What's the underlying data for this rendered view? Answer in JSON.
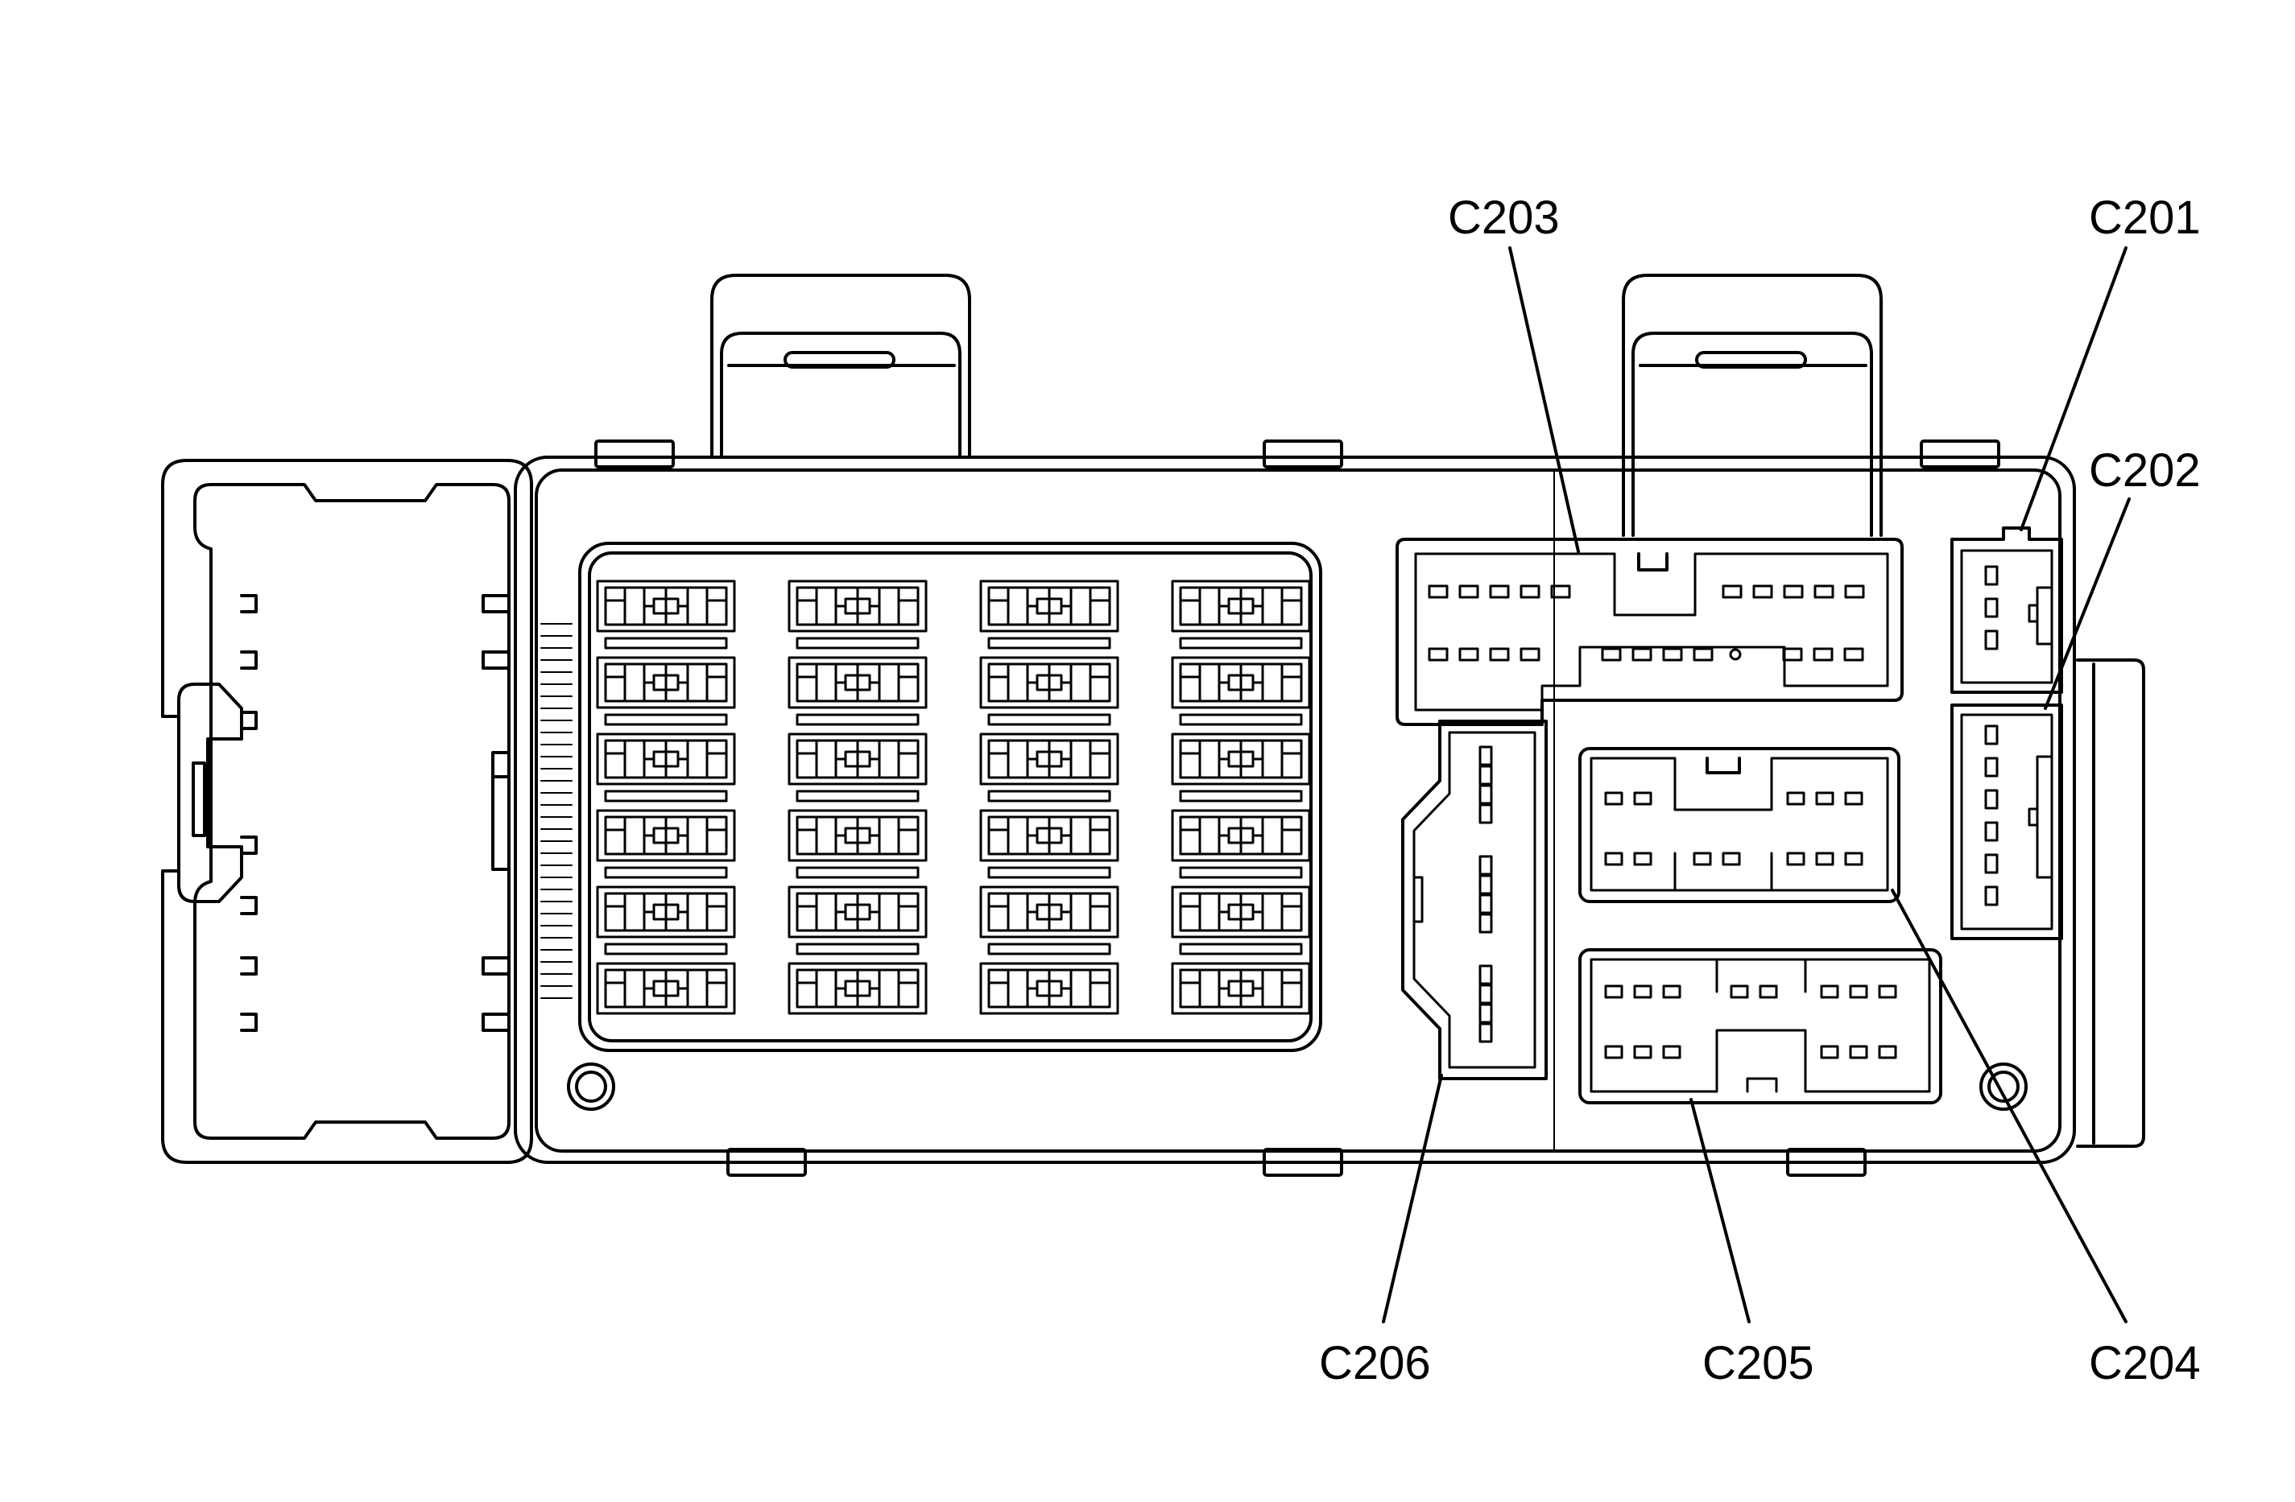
{
  "callouts": {
    "c201": "C201",
    "c202": "C202",
    "c203": "C203",
    "c204": "C204",
    "c205": "C205",
    "c206": "C206"
  },
  "fuses": {
    "columns": 4,
    "rows": 6
  },
  "colors": {
    "line": "#000000",
    "background": "#ffffff"
  }
}
